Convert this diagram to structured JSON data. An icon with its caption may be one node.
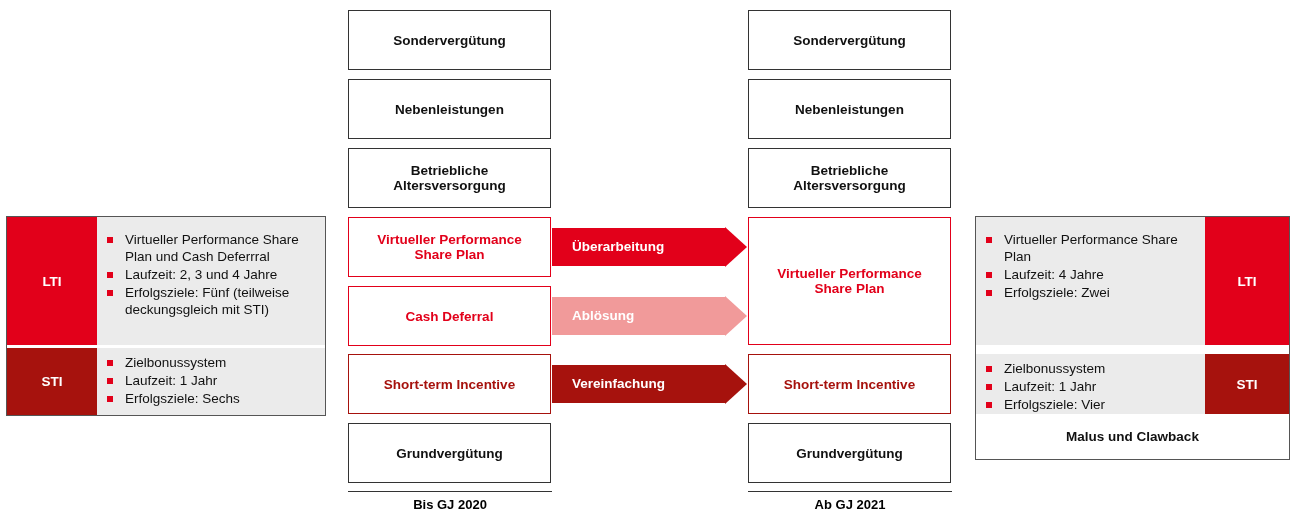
{
  "diagram": {
    "nodes": [
      {
        "text": [
          "LTI"
        ]
      },
      {
        "text": [
          "Virtueller Performance Share Plan und Cash Deferrral",
          "Laufzeit: 2, 3 und 4 Jahre",
          "Erfolgsziele: Fünf (teilweise deckungsgleich mit STI)"
        ]
      },
      {
        "text": [
          "STI"
        ]
      },
      {
        "text": [
          "Zielbonussystem",
          "Laufzeit: 1 Jahr",
          "Erfolgsziele: Sechs"
        ]
      },
      {
        "text": [
          "Sondervergütung"
        ]
      },
      {
        "text": [
          "Nebenleistungen"
        ]
      },
      {
        "text": [
          "Betriebliche Altersversorgung"
        ]
      },
      {
        "text": [
          "Virtueller Performance Share Plan"
        ]
      },
      {
        "text": [
          "Cash Deferral"
        ]
      },
      {
        "text": [
          "Short-term Incentive"
        ]
      },
      {
        "text": [
          "Grundvergütung"
        ]
      },
      {
        "text": [
          "Sondervergütung"
        ]
      },
      {
        "text": [
          "Nebenleistungen"
        ]
      },
      {
        "text": [
          "Betriebliche Altersversorgung"
        ]
      },
      {
        "text": [
          "Virtueller Performance Share Plan"
        ]
      },
      {
        "text": [
          "Short-term Incentive"
        ]
      },
      {
        "text": [
          "Grundvergütung"
        ]
      },
      {
        "text": [
          "Virtueller Performance Share Plan",
          "Laufzeit: 4 Jahre",
          "Erfolgsziele: Zwei"
        ]
      },
      {
        "text": [
          "LTI"
        ]
      },
      {
        "text": [
          "Zielbonussystem",
          "Laufzeit: 1 Jahr",
          "Erfolgsziele: Vier"
        ]
      },
      {
        "text": [
          "STI"
        ]
      },
      {
        "text": [
          "Malus und Clawback"
        ]
      }
    ],
    "edges": [
      {
        "from": 7,
        "to": 14,
        "arrow": "to",
        "label": "Überarbeitung",
        "color": "#e2001a"
      },
      {
        "from": 8,
        "to": 14,
        "arrow": "to",
        "label": "Ablösung",
        "color": "#f19a9a"
      },
      {
        "from": 9,
        "to": 15,
        "arrow": "to",
        "label": "Vereinfachung",
        "color": "#a6120d"
      }
    ],
    "labels": [
      "Bis GJ 2020",
      "Ab GJ 2021"
    ]
  }
}
